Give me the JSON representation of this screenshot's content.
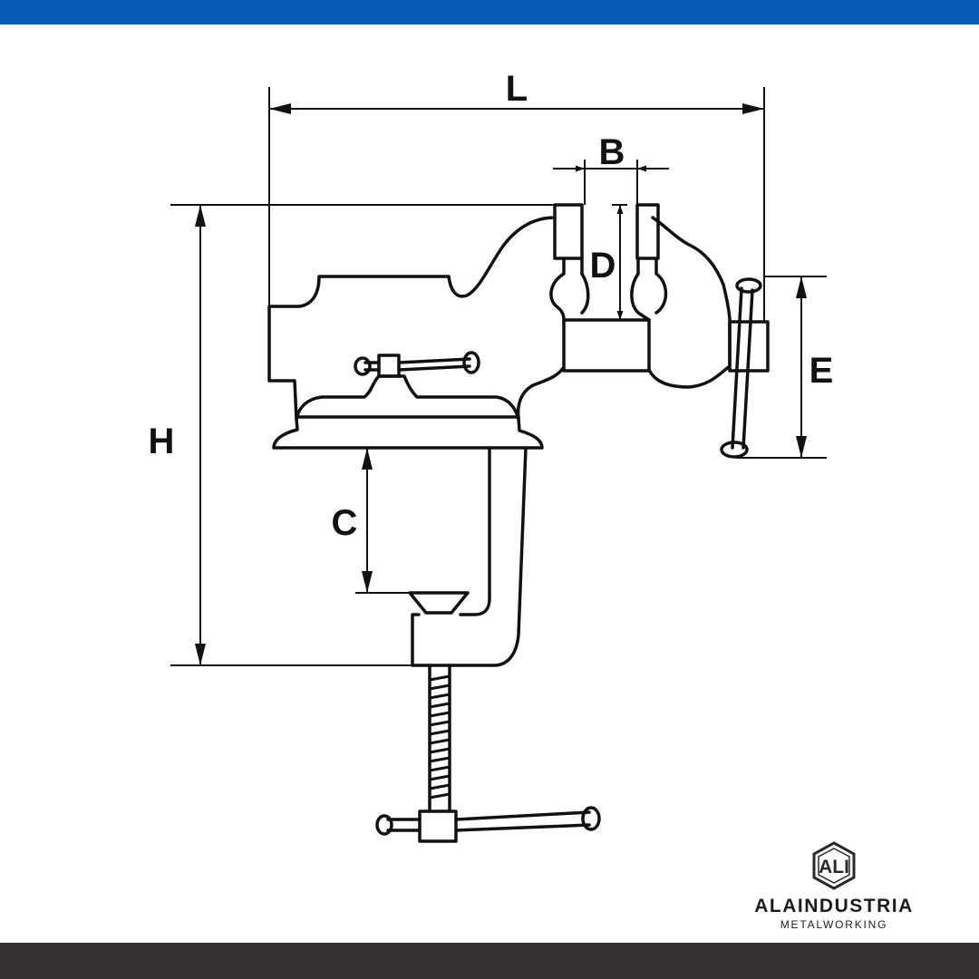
{
  "colors": {
    "top_bar": "#0a5bb8",
    "bottom_bar": "#353132",
    "line": "#111111"
  },
  "dimensions": {
    "L": "L",
    "B": "B",
    "D": "D",
    "E": "E",
    "H": "H",
    "C": "C"
  },
  "logo": {
    "mark": "ALI",
    "brand": "ALAINDUSTRIA",
    "tagline": "METALWORKING",
    "icon": "hexagon-logo-icon"
  }
}
